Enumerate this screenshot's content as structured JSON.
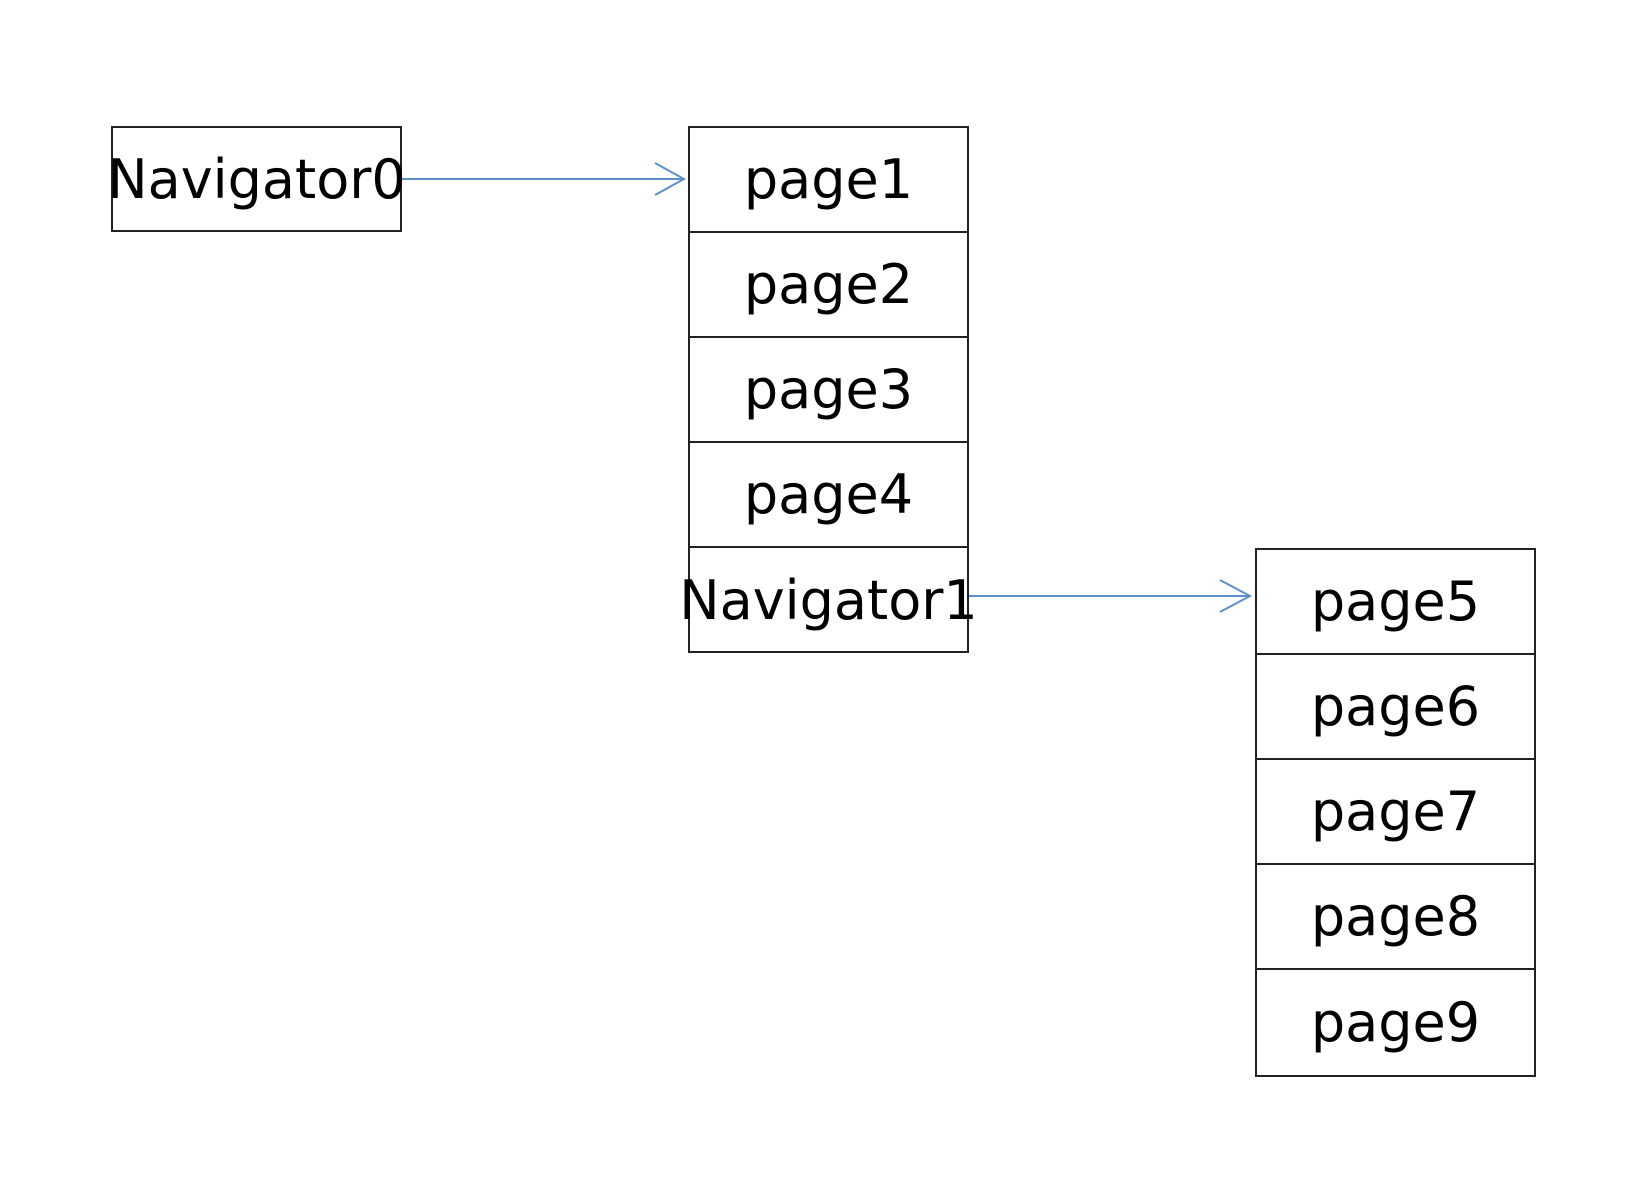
{
  "root": {
    "label": "Navigator0"
  },
  "stack1": {
    "items": [
      {
        "label": "page1"
      },
      {
        "label": "page2"
      },
      {
        "label": "page3"
      },
      {
        "label": "page4"
      },
      {
        "label": "Navigator1"
      }
    ]
  },
  "stack2": {
    "items": [
      {
        "label": "page5"
      },
      {
        "label": "page6"
      },
      {
        "label": "page7"
      },
      {
        "label": "page8"
      },
      {
        "label": "page9"
      }
    ]
  },
  "colors": {
    "arrow": "#5b8fce",
    "border": "#222222",
    "text": "#000000"
  }
}
